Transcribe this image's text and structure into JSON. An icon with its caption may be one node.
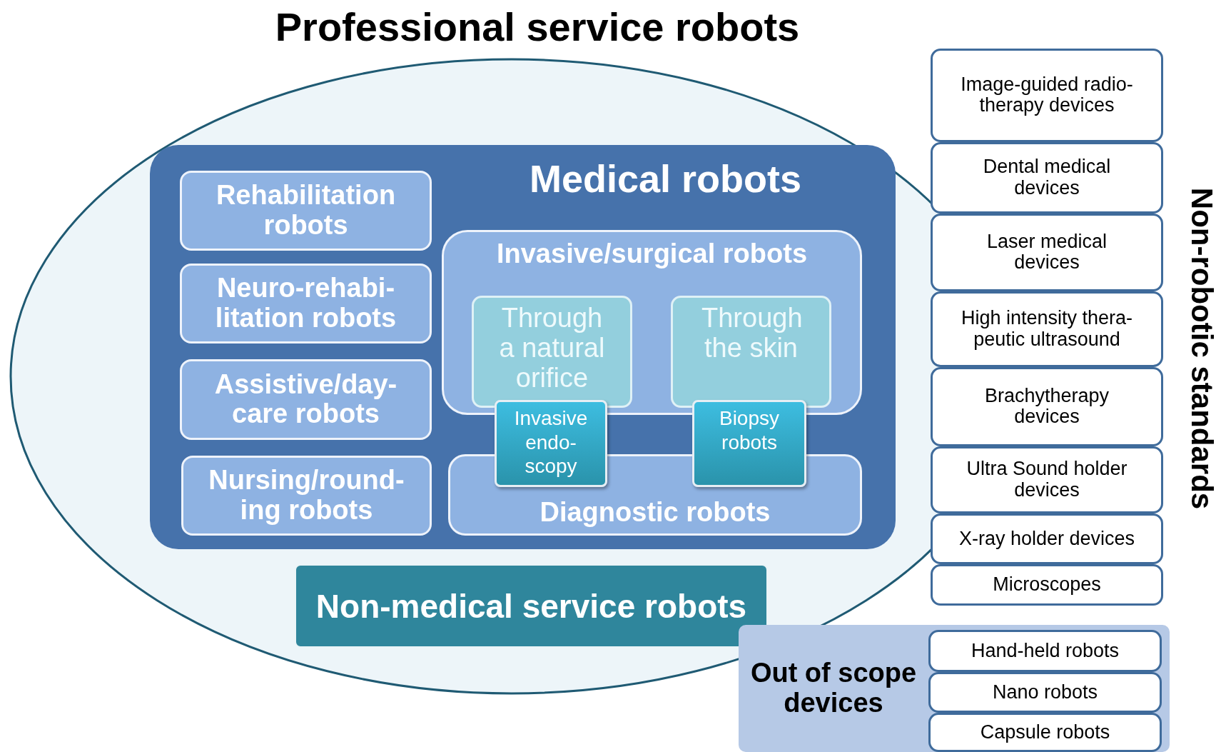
{
  "diagram": {
    "nodes": [
      {
        "text": [
          "Professional service robots"
        ]
      },
      {
        "text": [
          "Medical robots"
        ],
        "in": 0
      },
      {
        "text": [
          "Rehabilitation robots"
        ],
        "in": 1
      },
      {
        "text": [
          "Neuro-rehabi-litation robots"
        ],
        "in": 1
      },
      {
        "text": [
          "Assistive/day-care robots"
        ],
        "in": 1
      },
      {
        "text": [
          "Nursing/round-ing robots"
        ],
        "in": 1
      },
      {
        "text": [
          "Invasive/surgical robots"
        ],
        "in": 1
      },
      {
        "text": [
          "Through a natural orifice"
        ],
        "in": 6
      },
      {
        "text": [
          "Through the skin"
        ],
        "in": 6
      },
      {
        "text": [
          "Diagnostic robots"
        ],
        "in": 1
      },
      {
        "text": [
          "Invasive endo-scopy"
        ],
        "in": 1
      },
      {
        "text": [
          "Biopsy robots"
        ],
        "in": 1
      },
      {
        "text": [
          "Non-medical service robots"
        ],
        "in": 0
      },
      {
        "text": [
          "Image-guided radio-therapy devices"
        ]
      },
      {
        "text": [
          "Dental medical devices"
        ]
      },
      {
        "text": [
          "Laser medical devices"
        ]
      },
      {
        "text": [
          "High intensity thera-peutic ultrasound"
        ]
      },
      {
        "text": [
          "Brachytherapy devices"
        ]
      },
      {
        "text": [
          "Ultra Sound holder devices"
        ]
      },
      {
        "text": [
          "X-ray holder devices"
        ]
      },
      {
        "text": [
          "Microscopes"
        ]
      },
      {
        "text": [
          "Out of scope devices"
        ]
      },
      {
        "text": [
          "Hand-held robots"
        ],
        "in": 21
      },
      {
        "text": [
          "Nano robots"
        ],
        "in": 21
      },
      {
        "text": [
          "Capsule robots"
        ],
        "in": 21
      }
    ],
    "labels": [
      "Non-robotic standards"
    ]
  }
}
